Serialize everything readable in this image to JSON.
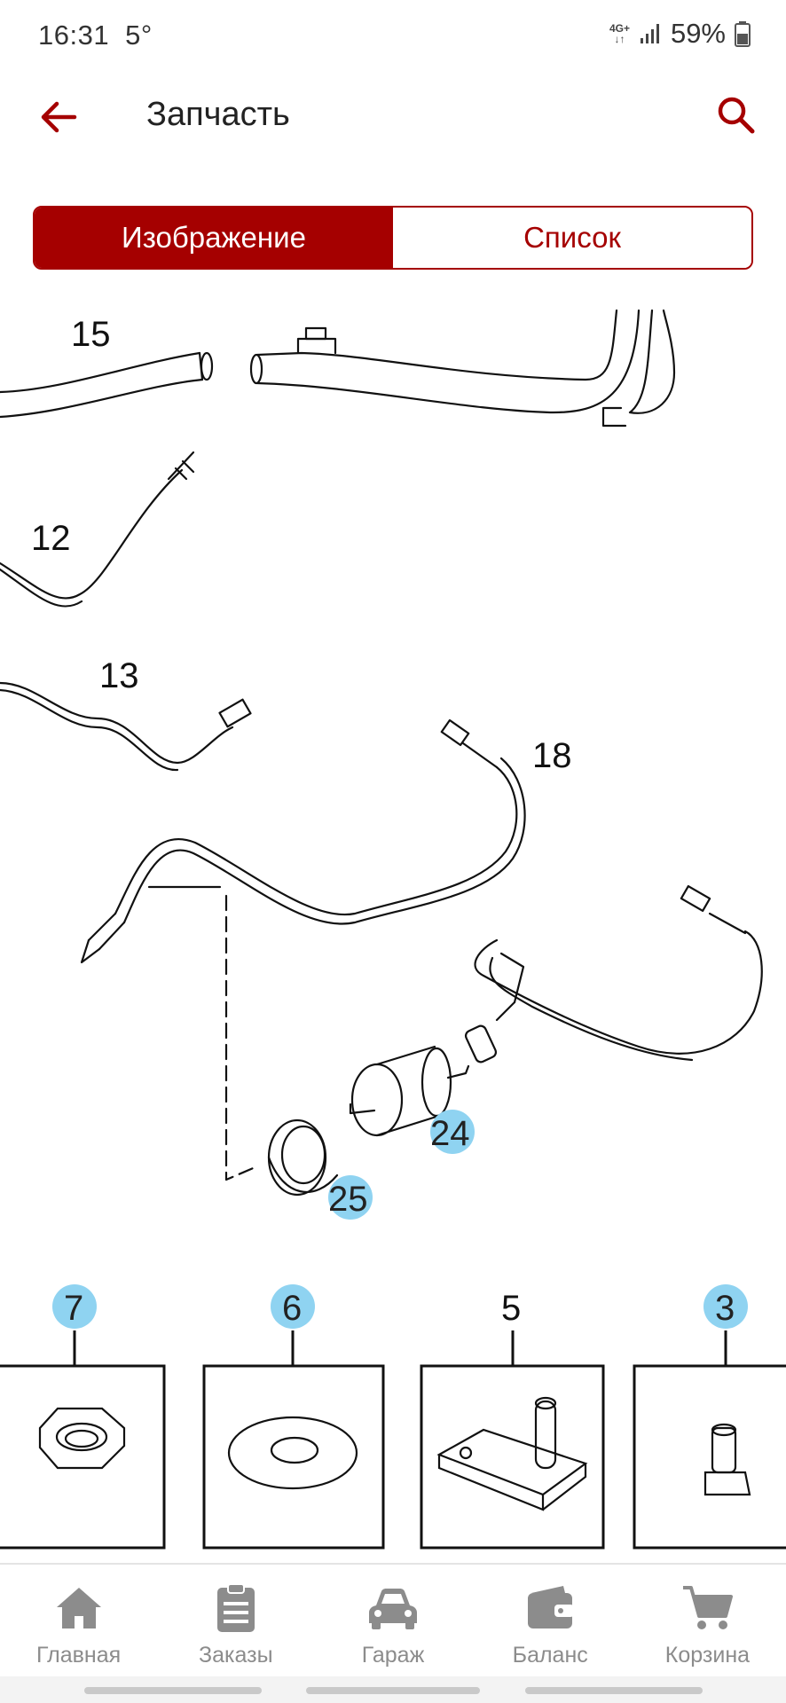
{
  "status_bar": {
    "time": "16:31",
    "temperature": "5°",
    "network_top": "4G+",
    "network_bottom": "↓↑",
    "battery": "59%"
  },
  "app_bar": {
    "title": "Запчасть",
    "back_icon": "arrow-left-icon",
    "search_icon": "search-icon"
  },
  "tabs": [
    {
      "label": "Изображение",
      "active": true
    },
    {
      "label": "Список",
      "active": false
    }
  ],
  "diagram": {
    "callouts": [
      "15",
      "12",
      "13",
      "18",
      "5"
    ],
    "hotspots": [
      "24",
      "25",
      "7",
      "6",
      "3"
    ]
  },
  "bottom_nav": [
    {
      "label": "Главная",
      "icon": "home-icon"
    },
    {
      "label": "Заказы",
      "icon": "orders-icon"
    },
    {
      "label": "Гараж",
      "icon": "car-icon"
    },
    {
      "label": "Баланс",
      "icon": "wallet-icon"
    },
    {
      "label": "Корзина",
      "icon": "cart-icon"
    }
  ],
  "colors": {
    "accent": "#a50000",
    "hotspot": "#8fd3f1",
    "nav_text": "#8c8c8c"
  }
}
